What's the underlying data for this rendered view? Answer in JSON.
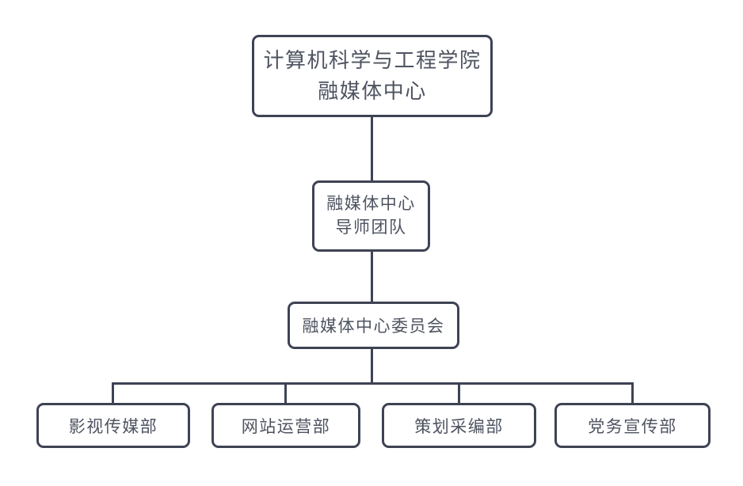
{
  "diagram": {
    "type": "org-chart",
    "nodes": {
      "root": {
        "line1": "计算机科学与工程学院",
        "line2": "融媒体中心"
      },
      "mentor": {
        "line1": "融媒体中心",
        "line2": "导师团队"
      },
      "committee": {
        "label": "融媒体中心委员会"
      },
      "departments": [
        {
          "label": "影视传媒部"
        },
        {
          "label": "网站运营部"
        },
        {
          "label": "策划采编部"
        },
        {
          "label": "党务宣传部"
        }
      ]
    },
    "colors": {
      "line": "#3e4354",
      "text": "#4e5360",
      "background": "#ffffff"
    }
  }
}
